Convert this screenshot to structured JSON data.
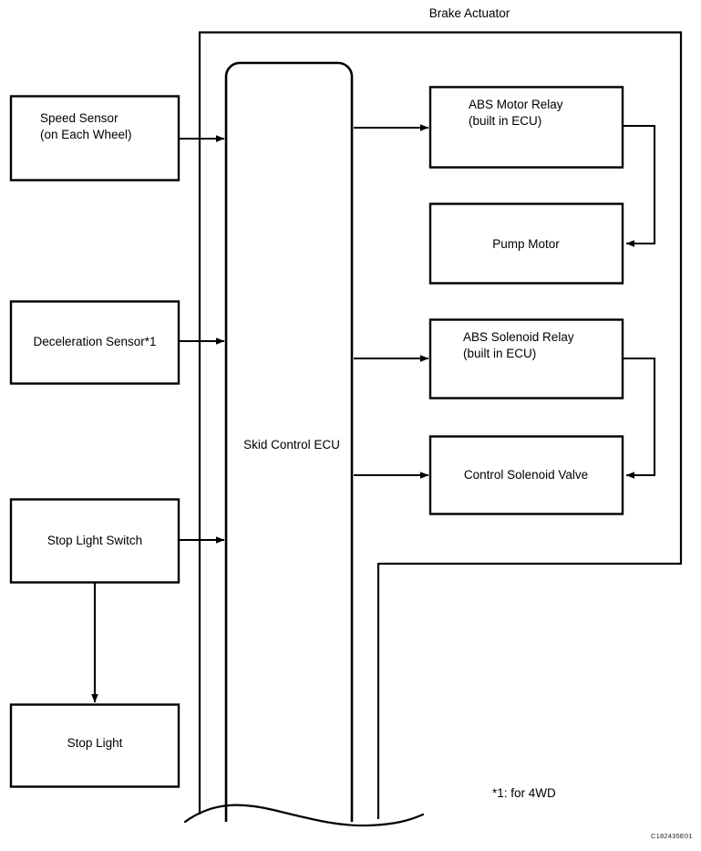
{
  "diagram": {
    "title": "Brake Actuator",
    "footnote": "*1: for 4WD",
    "figure_code": "C182435E01",
    "ecu_label": "Skid Control ECU",
    "boxes": {
      "speed_sensor_line1": "Speed Sensor",
      "speed_sensor_line2": "(on Each Wheel)",
      "deceleration_sensor": "Deceleration Sensor*1",
      "stop_light_switch": "Stop Light Switch",
      "stop_light": "Stop Light",
      "abs_motor_relay_line1": "ABS Motor Relay",
      "abs_motor_relay_line2": "(built in ECU)",
      "pump_motor": "Pump Motor",
      "abs_solenoid_relay_line1": "ABS Solenoid Relay",
      "abs_solenoid_relay_line2": "(built in ECU)",
      "control_solenoid_valve": "Control Solenoid Valve"
    },
    "colors": {
      "line": "#000000",
      "background": "#ffffff",
      "text": "#000000"
    }
  }
}
